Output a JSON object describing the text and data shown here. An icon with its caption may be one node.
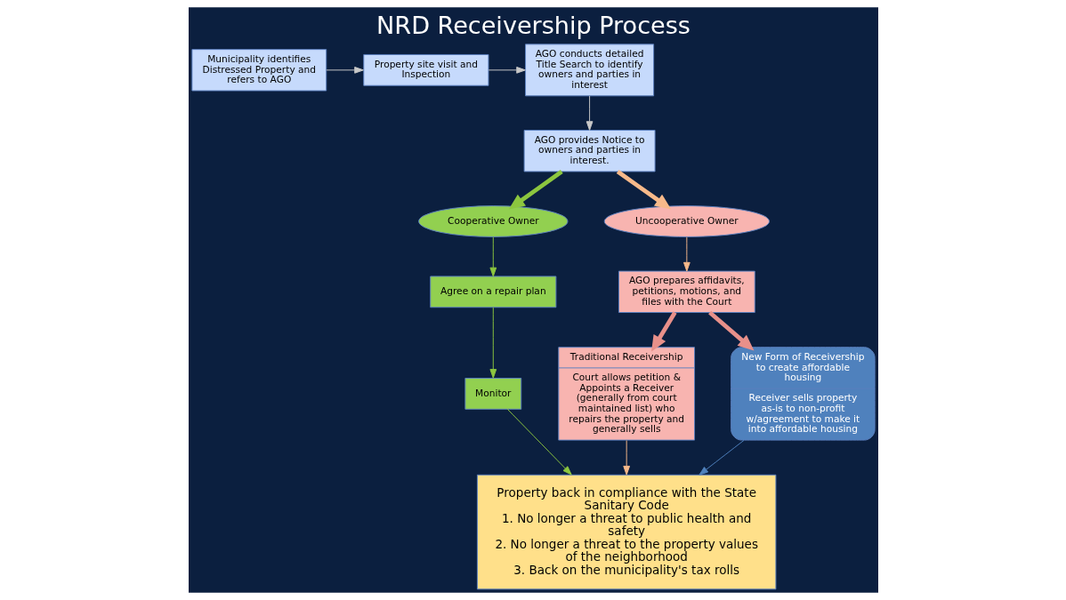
{
  "diagram": {
    "title": "NRD Receivership Process",
    "nodes": [
      {
        "text": [
          "Municipality identifies Distressed Property and refers to AGO"
        ]
      },
      {
        "text": [
          "Property site visit and Inspection"
        ]
      },
      {
        "text": [
          "AGO conducts detailed Title Search to identify owners and parties in interest"
        ]
      },
      {
        "text": [
          "AGO provides Notice to owners and parties in interest."
        ]
      },
      {
        "text": [
          "Cooperative Owner"
        ]
      },
      {
        "text": [
          "Uncooperative Owner"
        ]
      },
      {
        "text": [
          "Agree on a repair plan"
        ]
      },
      {
        "text": [
          "Monitor"
        ]
      },
      {
        "text": [
          "Property back in compliance with the State Sanitary Code",
          "1. No longer a threat to public health and safety",
          "2. No longer a threat to the property values of the neighborhood",
          "3. Back on the municipality's tax rolls"
        ]
      },
      {
        "text": [
          "AGO prepares affidavits, petitions, motions, and files with the Court"
        ]
      },
      {
        "text": [
          "Traditional Receivership",
          "Court allows petition & Appoints a Receiver (generally from court maintained list) who repairs the property and generally sells"
        ]
      },
      {
        "text": [
          "New Form of Receivership to create affordable housing",
          "Receiver sells property as-is to non-profit w/agreement to make it into affordable housing"
        ]
      }
    ],
    "edges": [
      {
        "from": 0,
        "to": 1,
        "arrow": "to",
        "color": "#c8c8c8"
      },
      {
        "from": 1,
        "to": 2,
        "arrow": "to",
        "color": "#c8c8c8"
      },
      {
        "from": 2,
        "to": 3,
        "arrow": "to",
        "color": "#c8c8c8"
      },
      {
        "from": 3,
        "to": 4,
        "arrow": "to",
        "style": "thick",
        "color": "#8cc63f"
      },
      {
        "from": 3,
        "to": 5,
        "arrow": "to",
        "style": "thick",
        "color": "#f7b98a"
      },
      {
        "from": 4,
        "to": 6,
        "arrow": "to",
        "color": "#8cc63f"
      },
      {
        "from": 6,
        "to": 7,
        "arrow": "to",
        "color": "#8cc63f"
      },
      {
        "from": 7,
        "to": 8,
        "arrow": "to",
        "color": "#8cc63f"
      },
      {
        "from": 5,
        "to": 9,
        "arrow": "to",
        "color": "#f7b98a"
      },
      {
        "from": 9,
        "to": 10,
        "arrow": "to",
        "style": "thick",
        "color": "#e8908a"
      },
      {
        "from": 9,
        "to": 11,
        "arrow": "to",
        "style": "thick",
        "color": "#e8908a"
      },
      {
        "from": 10,
        "to": 8,
        "arrow": "to",
        "color": "#f7b98a"
      },
      {
        "from": 11,
        "to": 8,
        "arrow": "to",
        "color": "#4f81bd"
      }
    ]
  }
}
